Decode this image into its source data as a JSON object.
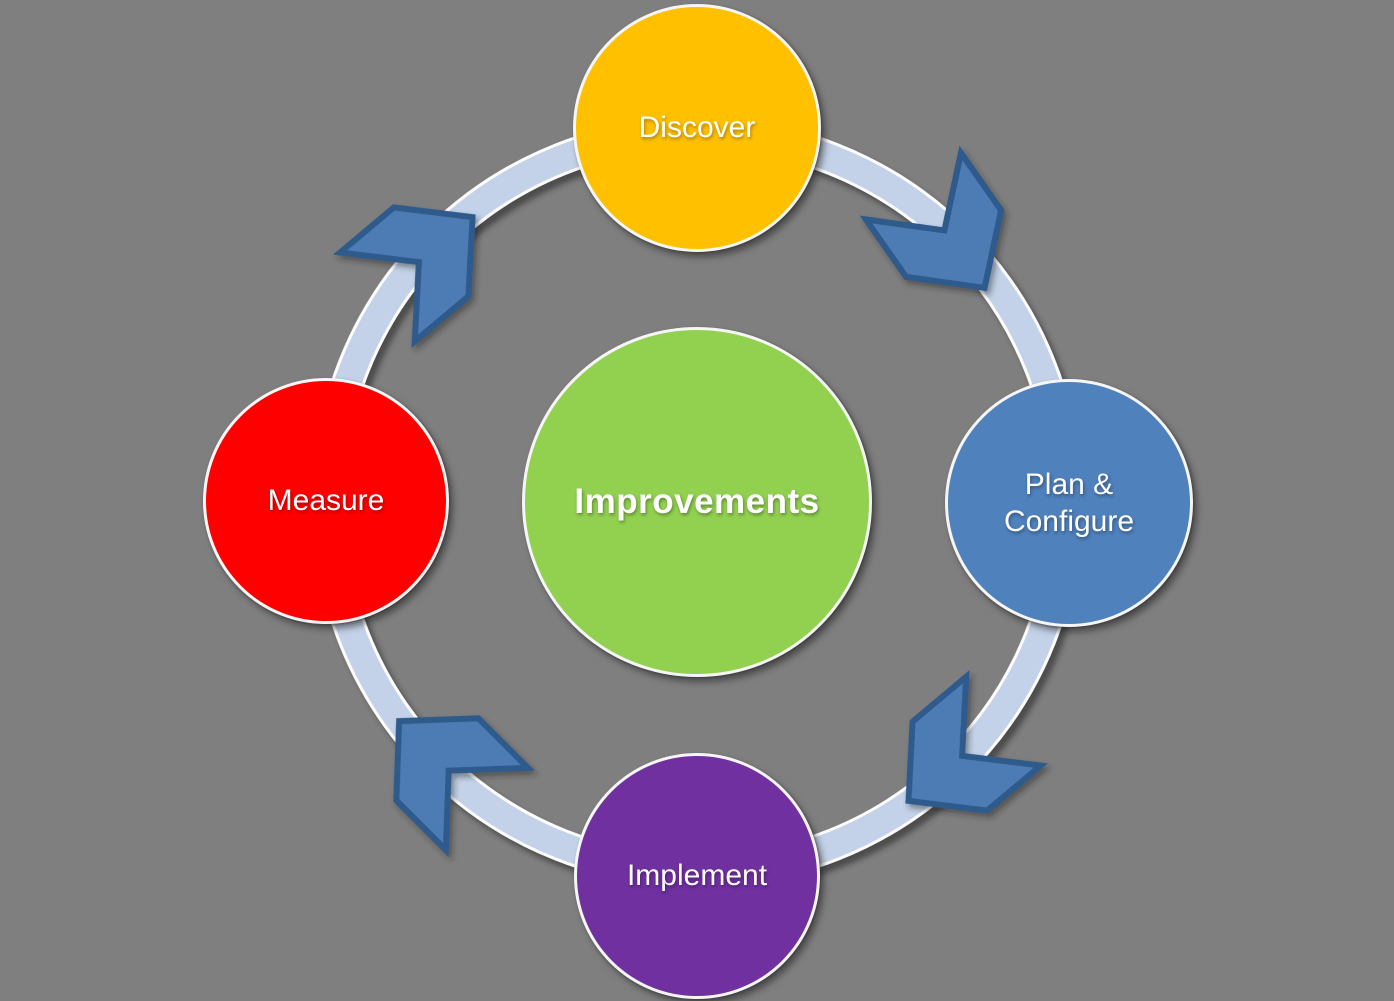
{
  "diagram": {
    "type": "cycle",
    "direction": "clockwise",
    "background_color": "#7f7f7f"
  },
  "ring": {
    "band_color": "#c3d2e8",
    "band_edge_color": "#fdfdfd",
    "arrow_fill_color": "#4d7cb5",
    "arrow_border_color": "#2f5a8c",
    "arrows": [
      {
        "position": "top-right",
        "points_toward": "Plan & Configure"
      },
      {
        "position": "bottom-right",
        "points_toward": "Implement"
      },
      {
        "position": "bottom-left",
        "points_toward": "Measure"
      },
      {
        "position": "top-left",
        "points_toward": "Discover"
      }
    ]
  },
  "center": {
    "label": "Improvements",
    "color": "#92d050"
  },
  "nodes": [
    {
      "label": "Discover",
      "color": "#ffc000",
      "position": "top"
    },
    {
      "lines": [
        "Plan &",
        "Configure"
      ],
      "color": "#4f81bd",
      "position": "right"
    },
    {
      "label": "Implement",
      "color": "#7030a0",
      "position": "bottom"
    },
    {
      "label": "Measure",
      "color": "#ff0000",
      "position": "left"
    }
  ]
}
